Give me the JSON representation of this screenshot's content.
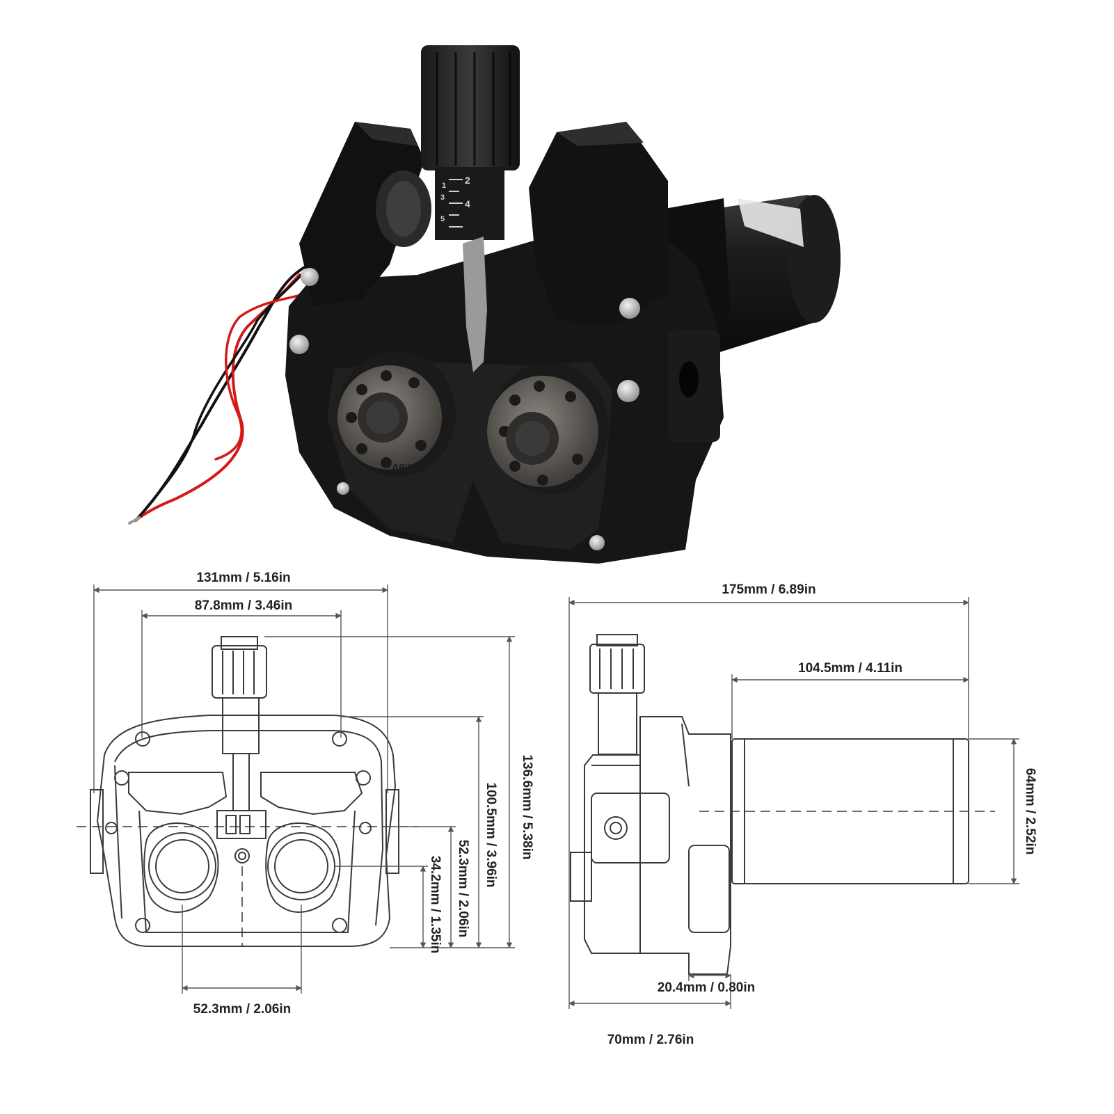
{
  "colors": {
    "line": "#3a3a3a",
    "dim_line": "#555555",
    "text": "#222222",
    "body_black": "#151515",
    "body_dark": "#242424",
    "roller_metal": "#5e5a55",
    "wire_red": "#d21a1a",
    "wire_black": "#111111"
  },
  "photo": {
    "knob_scale_marks": [
      "1",
      "2",
      "3",
      "4",
      "5"
    ],
    "roller_marking": "0.8V"
  },
  "front_view": {
    "overall_width": "131mm / 5.16in",
    "mount_hole_spacing": "87.8mm / 3.46in",
    "overall_height": "136.6mm / 5.38in",
    "mount_height": "100.5mm / 3.96in",
    "axis_height": "52.3mm / 2.06in",
    "roller_center_height": "34.2mm / 1.35in",
    "roller_spacing": "52.3mm / 2.06in"
  },
  "side_view": {
    "overall_length": "175mm / 6.89in",
    "motor_length": "104.5mm / 4.11in",
    "motor_diameter": "64mm / 2.52in",
    "gearbox_offset": "20.4mm / 0.80in",
    "gearbox_depth": "70mm / 2.76in"
  }
}
